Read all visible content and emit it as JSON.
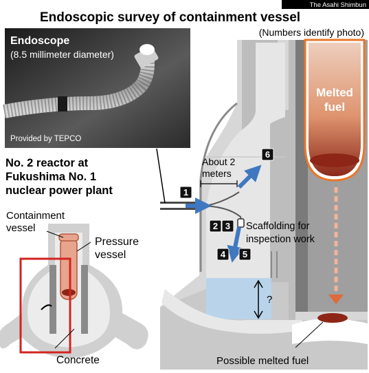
{
  "header": {
    "title": "Endoscopic survey of containment vessel",
    "subtitle": "(Numbers identify photo)",
    "credit": "The Asahi Shimbun"
  },
  "photo": {
    "title": "Endoscope",
    "subtitle": "(8.5 millimeter diameter)",
    "credit": "Provided by TEPCO"
  },
  "reactor": {
    "line1": "No. 2 reactor at",
    "line2": "Fukushima No. 1",
    "line3": "nuclear power plant"
  },
  "labels": {
    "containment_1": "Containment",
    "containment_2": "vessel",
    "pressure_1": "Pressure",
    "pressure_2": "vessel",
    "concrete": "Concrete",
    "melted_1": "Melted",
    "melted_2": "fuel",
    "about_1": "About 2",
    "about_2": "meters",
    "scaffold_1": "Scaffolding for",
    "scaffold_2": "inspection work",
    "unknown": "?",
    "possible": "Possible melted fuel"
  },
  "photo_numbers": [
    "1",
    "2",
    "3",
    "4",
    "5",
    "6"
  ],
  "colors": {
    "gray_light": "#d9d9d9",
    "gray_mid": "#a6a6a6",
    "gray_dark": "#6f6f6f",
    "water": "#b8d3ea",
    "arrow_blue": "#3f78c0",
    "fuel_red": "#a0281f",
    "fuel_orange": "#e07a3a",
    "pressure_pink": "#e8a58e",
    "highlight_red": "#d2231f"
  }
}
